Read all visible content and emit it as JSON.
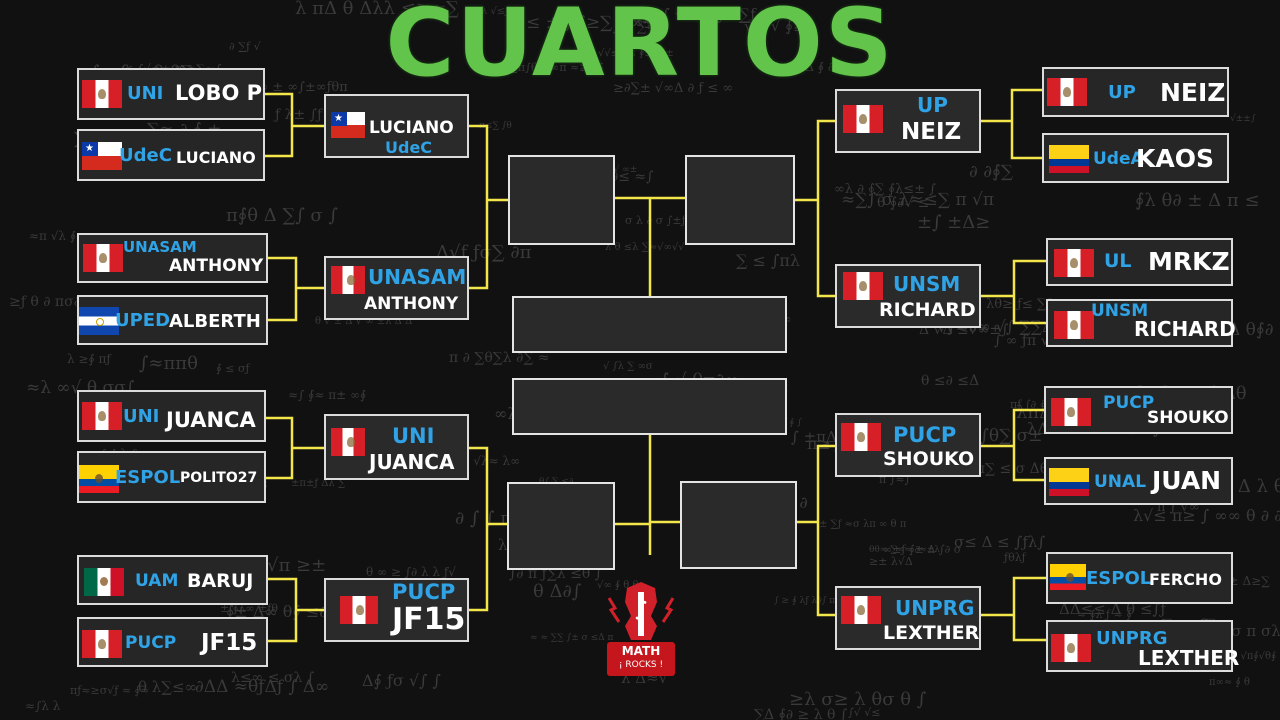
{
  "title": "CUARTOS",
  "colors": {
    "title": "#62c44a",
    "university": "#2fa3e6",
    "player": "#ffffff",
    "connector": "#f2e64a",
    "box_border": "#dcdcdc"
  },
  "round1_left": [
    {
      "flag": "peru",
      "uni": "UNI",
      "name": "LOBO P"
    },
    {
      "flag": "chile",
      "uni": "UdeC",
      "name": "LUCIANO"
    },
    {
      "flag": "peru",
      "uni": "UNASAM",
      "name": "ANTHONY"
    },
    {
      "flag": "el-salvador",
      "uni": "UPED",
      "name": "ALBERTH"
    },
    {
      "flag": "peru",
      "uni": "UNI",
      "name": "JUANCA"
    },
    {
      "flag": "ecuador",
      "uni": "ESPOL",
      "name": "POLITO27"
    },
    {
      "flag": "mexico",
      "uni": "UAM",
      "name": "BARUJ"
    },
    {
      "flag": "peru",
      "uni": "PUCP",
      "name": "JF15"
    }
  ],
  "round2_left": [
    {
      "flag": "chile",
      "name": "LUCIANO",
      "uni": "UdeC"
    },
    {
      "flag": "peru",
      "uni": "UNASAM",
      "name": "ANTHONY"
    },
    {
      "flag": "peru",
      "uni": "UNI",
      "name": "JUANCA"
    },
    {
      "flag": "peru",
      "uni": "PUCP",
      "name": "JF15"
    }
  ],
  "round1_right": [
    {
      "flag": "peru",
      "uni": "UP",
      "name": "NEIZ"
    },
    {
      "flag": "colombia",
      "uni": "UdeA",
      "name": "KAOS"
    },
    {
      "flag": "peru",
      "uni": "UL",
      "name": "MRKZ"
    },
    {
      "flag": "peru",
      "uni": "UNSM",
      "name": "RICHARD"
    },
    {
      "flag": "peru",
      "uni": "PUCP",
      "name": "SHOUKO"
    },
    {
      "flag": "colombia",
      "uni": "UNAL",
      "name": "JUAN"
    },
    {
      "flag": "ecuador",
      "uni": "ESPOL",
      "name": "FERCHO"
    },
    {
      "flag": "peru",
      "uni": "UNPRG",
      "name": "LEXTHER"
    }
  ],
  "round2_right": [
    {
      "flag": "peru",
      "uni": "UP",
      "name": "NEIZ"
    },
    {
      "flag": "peru",
      "uni": "UNSM",
      "name": "RICHARD"
    },
    {
      "flag": "peru",
      "uni": "PUCP",
      "name": "SHOUKO"
    },
    {
      "flag": "peru",
      "uni": "UNPRG",
      "name": "LEXTHER"
    }
  ],
  "logo": {
    "line1": "MATH",
    "line2": "¡ ROCKS !"
  }
}
